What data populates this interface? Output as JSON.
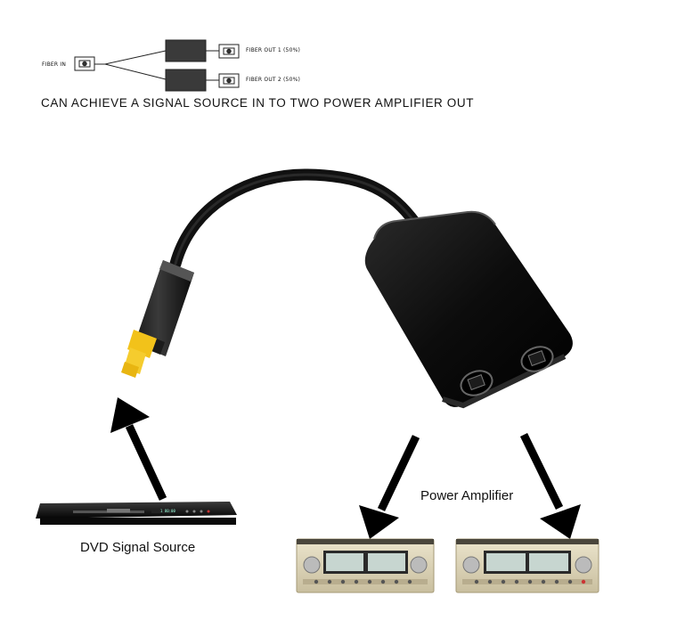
{
  "diagram": {
    "fiber_in_label": "FIBER IN",
    "fiber_out_1_label": "FIBER OUT 1 (50%)",
    "fiber_out_2_label": "FIBER OUT 2 (50%)"
  },
  "headline": "CAN ACHIEVE A SIGNAL SOURCE IN TO TWO POWER AMPLIFIER OUT",
  "captions": {
    "power_amplifier": "Power Amplifier",
    "dvd_source": "DVD Signal Source"
  },
  "colors": {
    "cable_black": "#111111",
    "tip_yellow": "#f2c21a",
    "amp_gold": "#d8cfb2"
  }
}
